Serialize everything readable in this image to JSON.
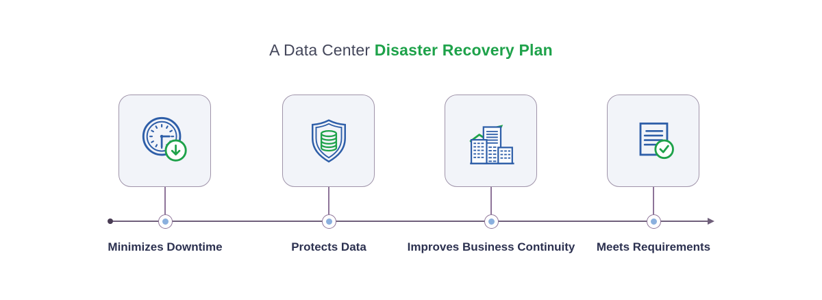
{
  "title": {
    "prefix": "A Data Center",
    "highlight": "Disaster Recovery Plan"
  },
  "steps": [
    {
      "label": "Minimizes Downtime",
      "icon": "clock-download-icon"
    },
    {
      "label": "Protects Data",
      "icon": "shield-database-icon"
    },
    {
      "label": "Improves Business Continuity",
      "icon": "buildings-growth-icon"
    },
    {
      "label": "Meets Requirements",
      "icon": "document-check-icon"
    }
  ],
  "colors": {
    "accent_green": "#1ea24a",
    "icon_blue": "#2e5ea8",
    "title_dark": "#43465a",
    "label_dark": "#2c3150",
    "timeline_purple": "#6f5f7a",
    "node_border": "#8d7398",
    "node_dot": "#8bb0de",
    "card_bg": "#f2f4f9",
    "card_border": "#9f93a9",
    "background": "#ffffff"
  }
}
